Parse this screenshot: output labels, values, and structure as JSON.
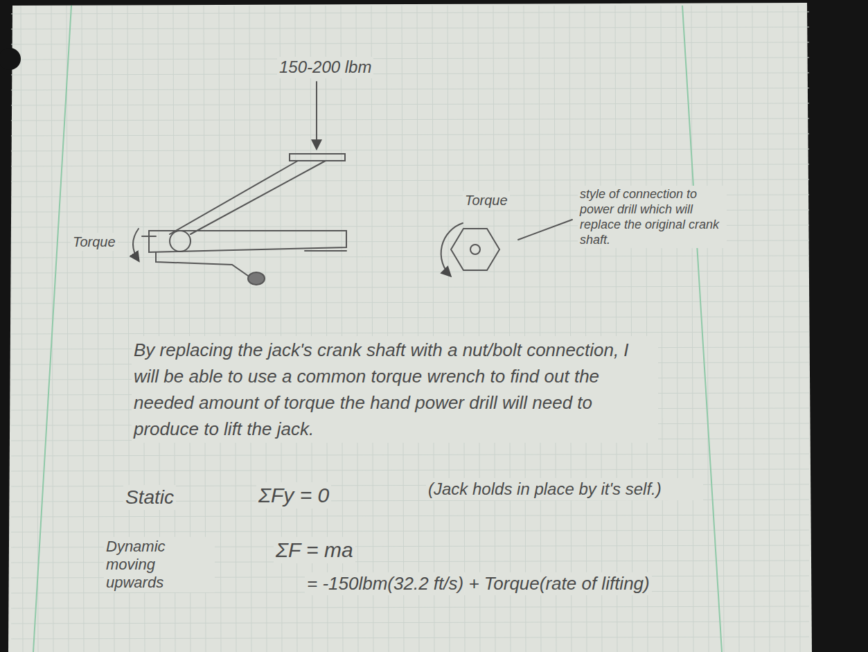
{
  "diagram": {
    "labels": [
      "150-200 lbm",
      "Torque",
      "Torque",
      "style of connection to power drill which will replace the original crank shaft.",
      "By replacing the jack's crank shaft with a nut/bolt connection, I will be able to use a common torque wrench to find out the needed amount of torque the hand power drill will need to produce to lift the jack.",
      "Static",
      "ΣFy = 0",
      "(Jack holds in place by it's self.)",
      "Dynamic moving upwards",
      "ΣF = ma",
      "= -150lbm(32.2 ft/s) + Torque(rate of lifting)"
    ]
  }
}
